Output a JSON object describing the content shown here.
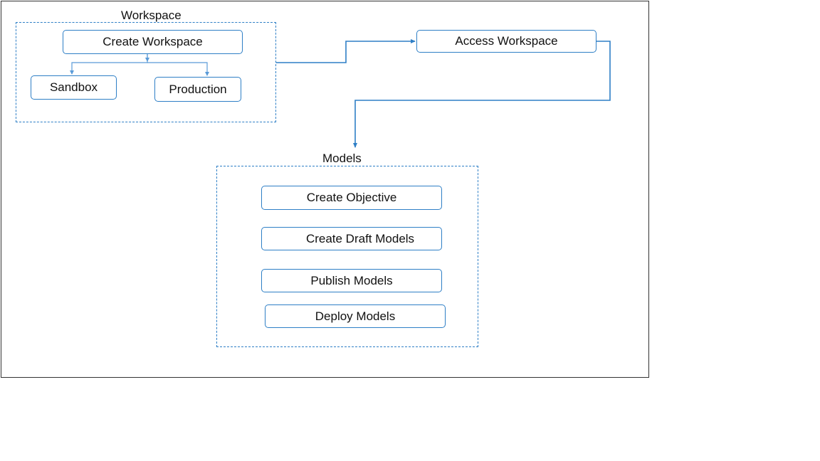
{
  "diagram": {
    "colors": {
      "accent": "#2e7fc6",
      "frame_border": "#333333",
      "text": "#111111",
      "background": "#ffffff"
    },
    "groups": {
      "workspace": {
        "label": "Workspace"
      },
      "models": {
        "label": "Models"
      }
    },
    "nodes": {
      "create_workspace": "Create Workspace",
      "sandbox": "Sandbox",
      "production": "Production",
      "access_workspace": "Access Workspace",
      "create_objective": "Create Objective",
      "create_draft_models": "Create Draft Models",
      "publish_models": "Publish Models",
      "deploy_models": "Deploy Models"
    },
    "edges": [
      {
        "from": "create_workspace",
        "to": "sandbox"
      },
      {
        "from": "create_workspace",
        "to": "production"
      },
      {
        "from": "workspace",
        "to": "access_workspace"
      },
      {
        "from": "access_workspace",
        "to": "models"
      }
    ]
  }
}
